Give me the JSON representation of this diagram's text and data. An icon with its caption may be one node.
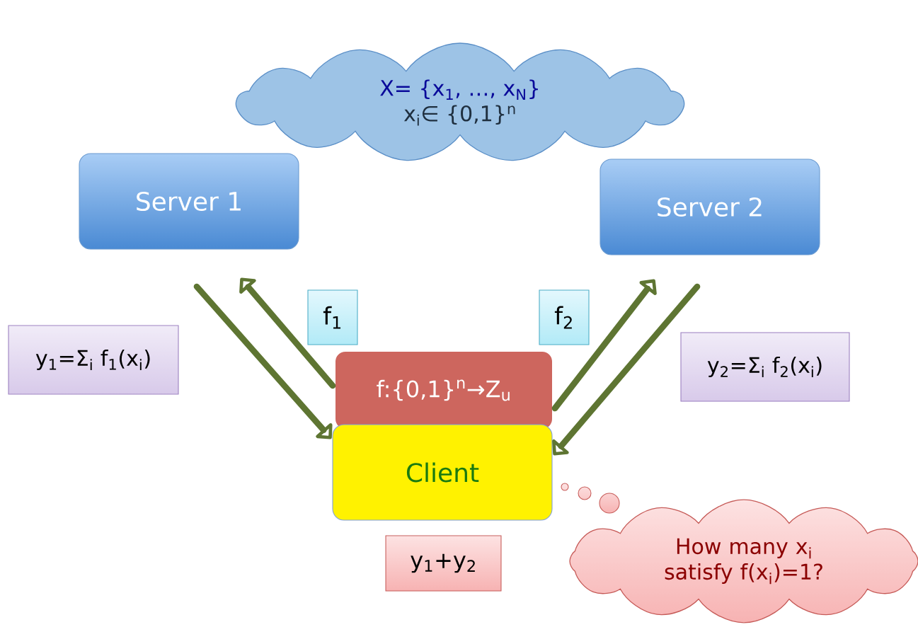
{
  "diagram": {
    "nodes": [
      {
        "text": [
          "X= {x$_{1}$, …, x$_{N}$}",
          "x$_{i}$∈ {0,1}$^{n}$"
        ]
      },
      {
        "text": [
          "Server 1"
        ]
      },
      {
        "text": [
          "Server 2"
        ]
      },
      {
        "text": [
          "f$_{1}$"
        ]
      },
      {
        "text": [
          "f$_{2}$"
        ]
      },
      {
        "text": [
          "y$_{1}$=Σ$_{i}$ f$_{1}$(x$_{i}$)"
        ]
      },
      {
        "text": [
          "f:{0,1}$^{n}$→Z$_{u}$"
        ]
      },
      {
        "text": [
          "y$_{2}$=Σ$_{i}$ f$_{2}$(x$_{i}$)"
        ]
      },
      {
        "text": [
          "Client"
        ]
      },
      {
        "text": [
          "y$_{1}$+y$_{2}$"
        ]
      },
      {
        "text": [
          "How many x$_{i}$ satisfy f(x$_{i}$)=1?"
        ]
      }
    ],
    "edges": [
      {
        "from": 1,
        "to": 8,
        "arrow": "to"
      },
      {
        "from": 6,
        "to": 1,
        "arrow": "to"
      },
      {
        "from": 6,
        "to": 2,
        "arrow": "to"
      },
      {
        "from": 2,
        "to": 8,
        "arrow": "to"
      }
    ]
  }
}
